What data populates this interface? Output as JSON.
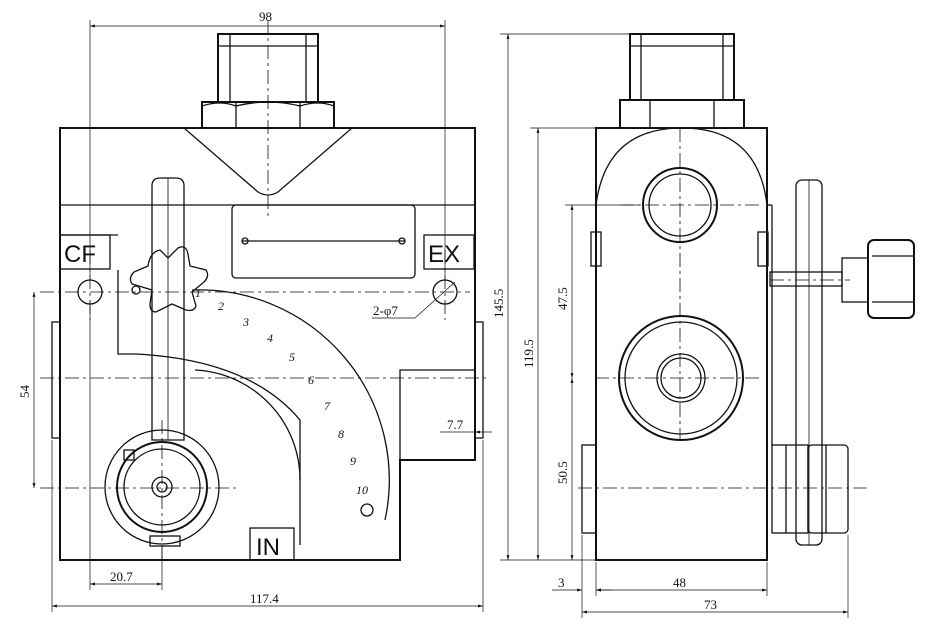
{
  "dimensions": {
    "top_width": "98",
    "overall_width": "117.4",
    "left_offset": "20.7",
    "left_height": "54",
    "right_offset": "7.7",
    "holes": "2-φ7",
    "side_total_height": "145.5",
    "side_height": "119.5",
    "side_upper": "47.5",
    "side_lower": "50.5",
    "side_small": "3",
    "side_width": "48",
    "side_total_width": "73"
  },
  "ports": {
    "cf": "CF",
    "ex": "EX",
    "in": "IN"
  },
  "scale_marks": [
    "1",
    "2",
    "3",
    "4",
    "5",
    "6",
    "7",
    "8",
    "9",
    "10"
  ]
}
